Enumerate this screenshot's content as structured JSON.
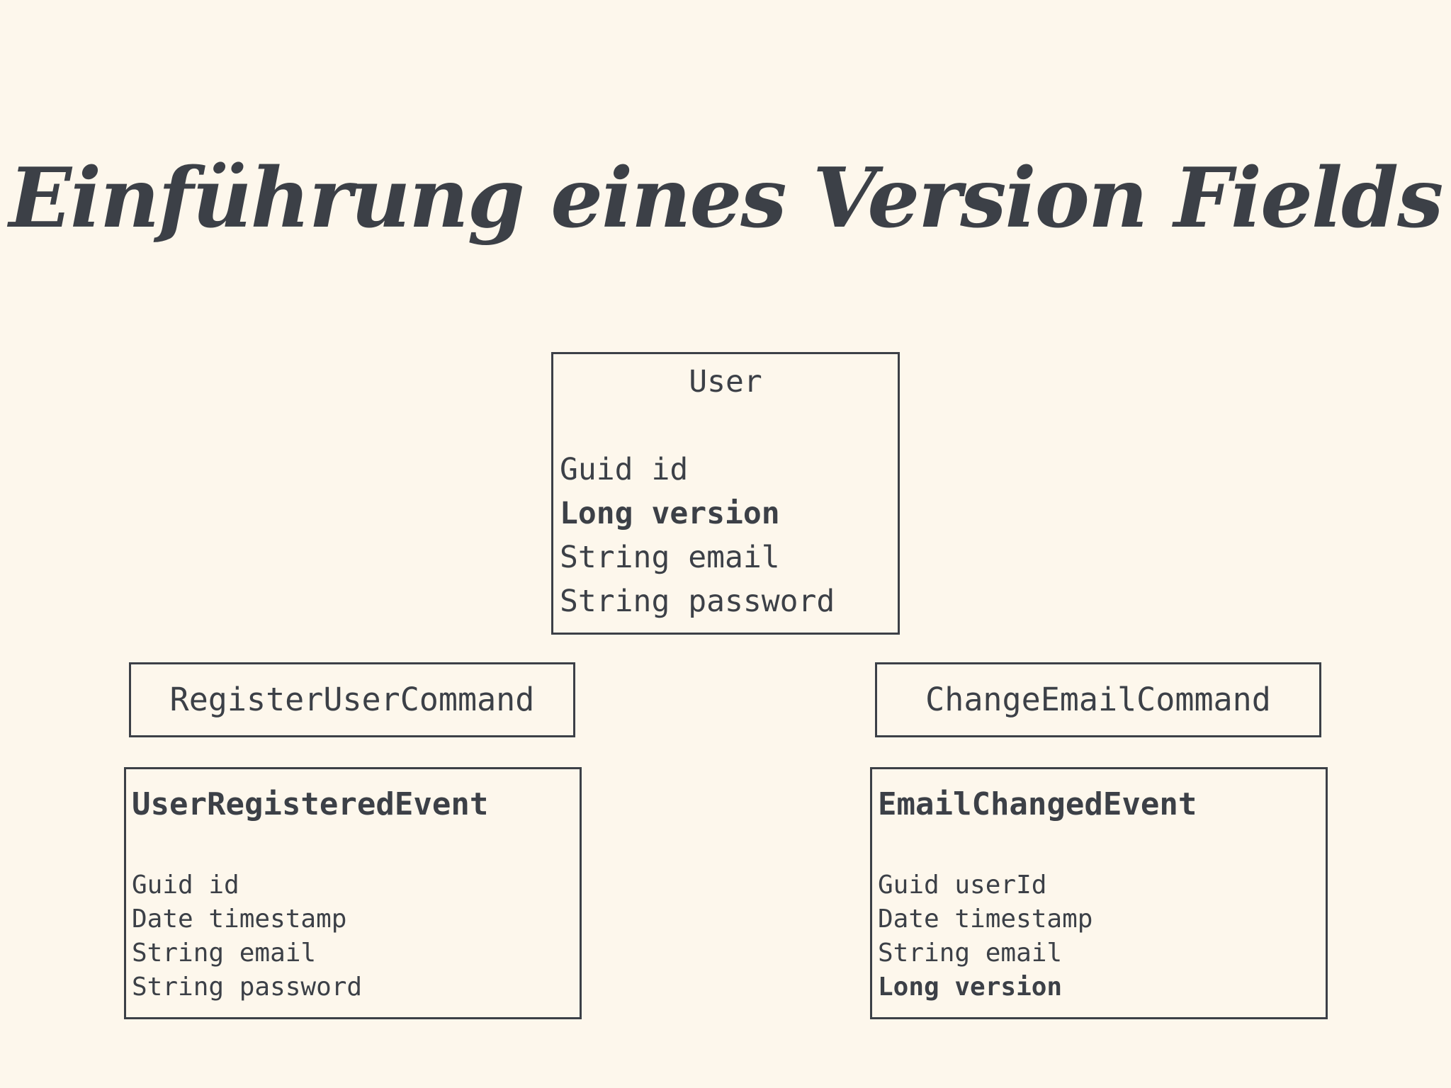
{
  "slide": {
    "title": "Einführung eines Version Fields"
  },
  "user": {
    "title": "User",
    "fields": [
      "Guid id",
      "Long version",
      "String email",
      "String password"
    ]
  },
  "register_user_command": {
    "title": "RegisterUserCommand"
  },
  "change_email_command": {
    "title": "ChangeEmailCommand"
  },
  "user_registered_event": {
    "title": "UserRegisteredEvent",
    "fields": [
      "Guid id",
      "Date timestamp",
      "String email",
      "String password"
    ]
  },
  "email_changed_event": {
    "title": "EmailChangedEvent",
    "fields": [
      "Guid userId",
      "Date timestamp",
      "String email",
      "Long version"
    ]
  },
  "colors": {
    "background": "#fdf7ec",
    "ink": "#3c4047"
  }
}
